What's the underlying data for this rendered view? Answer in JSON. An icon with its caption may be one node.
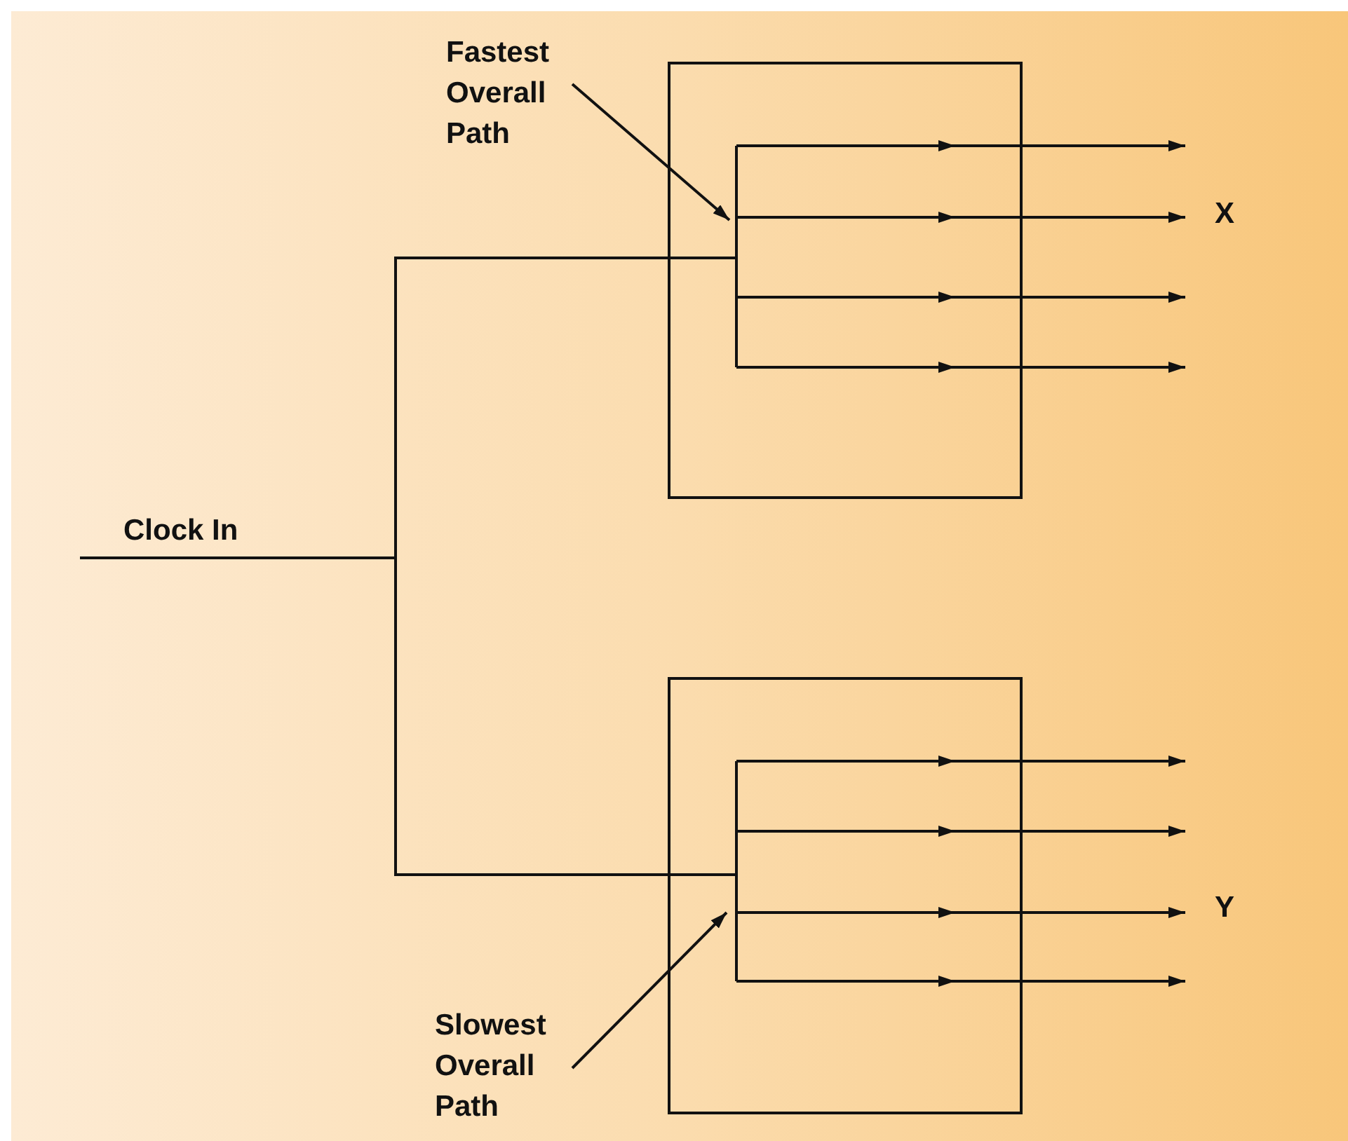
{
  "diagram": {
    "nodes": [
      {
        "text": [
          "Fastest Overall Path"
        ]
      },
      {
        "text": [],
        "shape": "box"
      },
      {
        "text": [
          "Clock In"
        ]
      },
      {
        "text": [],
        "shape": "box"
      },
      {
        "text": [
          "Slowest Overall Path"
        ]
      }
    ],
    "edges": [
      {
        "from": 2,
        "to": 1,
        "arrow": "none"
      },
      {
        "from": 2,
        "to": 3,
        "arrow": "none"
      },
      {
        "from": 1,
        "to": null,
        "arrow": "to"
      },
      {
        "from": 1,
        "to": null,
        "arrow": "to"
      },
      {
        "from": 1,
        "to": null,
        "arrow": "to"
      },
      {
        "from": 1,
        "to": null,
        "arrow": "to"
      },
      {
        "from": 3,
        "to": null,
        "arrow": "to"
      },
      {
        "from": 3,
        "to": null,
        "arrow": "to"
      },
      {
        "from": 3,
        "to": null,
        "arrow": "to"
      },
      {
        "from": 3,
        "to": null,
        "arrow": "to"
      },
      {
        "from": 0,
        "to": 1,
        "arrow": "to"
      },
      {
        "from": 4,
        "to": 3,
        "arrow": "to"
      }
    ],
    "labels": [
      "X",
      "Y"
    ]
  }
}
